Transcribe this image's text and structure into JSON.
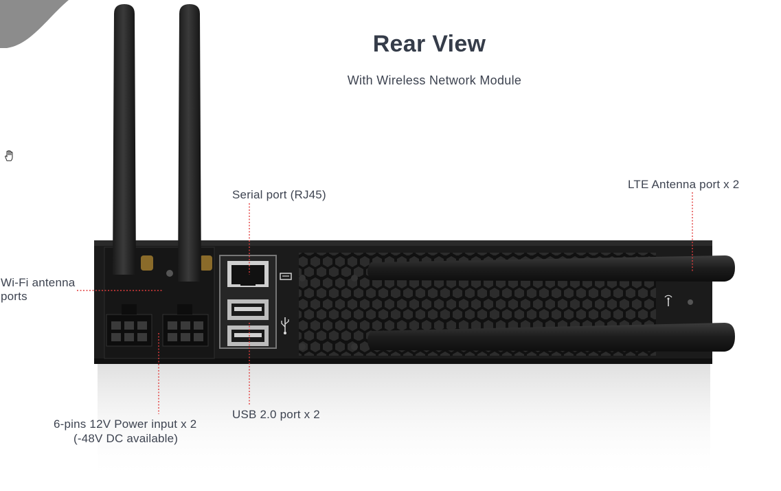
{
  "header": {
    "title": "Rear View",
    "subtitle": "With Wireless Network Module"
  },
  "callouts": {
    "serial_port": "Serial port (RJ45)",
    "lte_antenna": "LTE Antenna port x 2",
    "wifi_antenna_line1": "Wi-Fi antenna",
    "wifi_antenna_line2": "ports",
    "power_input_line1": "6-pins 12V Power input x 2",
    "power_input_line2": "(-48V DC available)",
    "usb_port": "USB 2.0 port x 2"
  },
  "icons": {
    "cursor": "hand-cursor-icon",
    "serial": "serial-port-icon",
    "usb": "usb-icon",
    "antenna": "antenna-icon"
  },
  "colors": {
    "device_body": "#1b1b1b",
    "leader_line": "#e23d3d",
    "text": "#3d4350",
    "corner_shape": "#8c8c8c"
  }
}
